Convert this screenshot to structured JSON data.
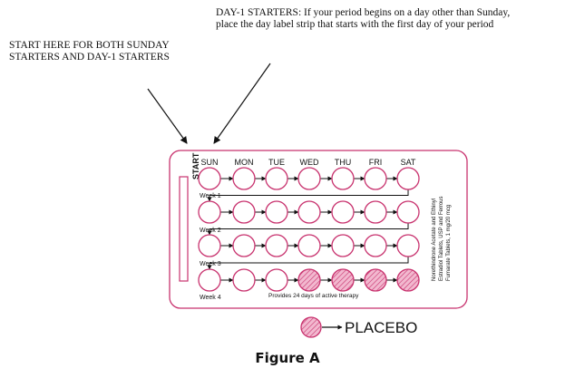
{
  "notes": {
    "start_here": "START HERE FOR BOTH SUNDAY STARTERS AND DAY-1 STARTERS",
    "day1_starters": "DAY-1 STARTERS: If your period begins on a day other than Sunday, place the day label strip that starts with the first day of your period"
  },
  "card": {
    "start_label": "START",
    "days": [
      "SUN",
      "MON",
      "TUE",
      "WED",
      "THU",
      "FRI",
      "SAT"
    ],
    "weeks": [
      "Week 1",
      "Week 2",
      "Week 3",
      "Week 4"
    ],
    "active_note": "Provides 24 days of active therapy",
    "side_text": [
      "Norethindrone Acetate and Ethinyl",
      "Estradiol Tablets, USP and Ferrous",
      "Fumarate Tablets, 1 mg/20 mcg"
    ],
    "placebo_positions": [
      24,
      25,
      26,
      27
    ],
    "colors": {
      "outline": "#c8326e",
      "placebo_fill": "#f2b8cf"
    }
  },
  "legend": {
    "label": "PLACEBO"
  },
  "caption": "Figure A"
}
